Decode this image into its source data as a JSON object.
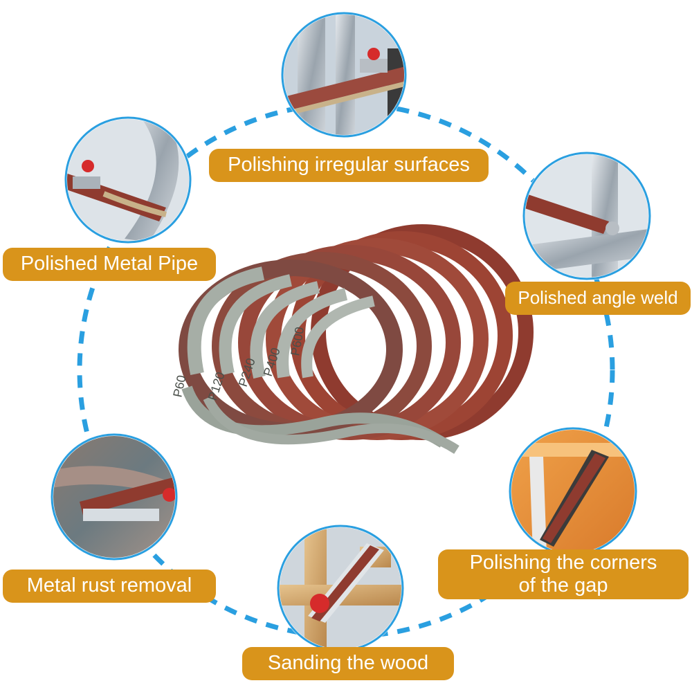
{
  "colors": {
    "label_bg": "#d9941b",
    "label_text": "#ffffff",
    "dashed_ring": "#2a9fe0",
    "circle_border": "#2a9fe0",
    "belt_back": "#9aa39a",
    "belt_front": "#8f3b2f"
  },
  "labels": {
    "irregular": "Polishing irregular surfaces",
    "pipe": "Polished Metal Pipe",
    "weld": "Polished angle weld",
    "corners_line1": "Polishing the corners",
    "corners_line2": "of the gap",
    "rust": "Metal rust removal",
    "wood": "Sanding the wood"
  },
  "belts": {
    "grits": [
      "P60",
      "P120",
      "P240",
      "P400",
      "P600"
    ]
  },
  "photos": {
    "irregular": "sander-on-irregular-metal-photo",
    "pipe": "sander-on-metal-pipe-photo",
    "weld": "sander-on-angle-weld-photo",
    "corners": "sander-in-gap-corner-photo",
    "rust": "sander-rust-removal-photo",
    "wood": "sander-on-wood-photo"
  }
}
